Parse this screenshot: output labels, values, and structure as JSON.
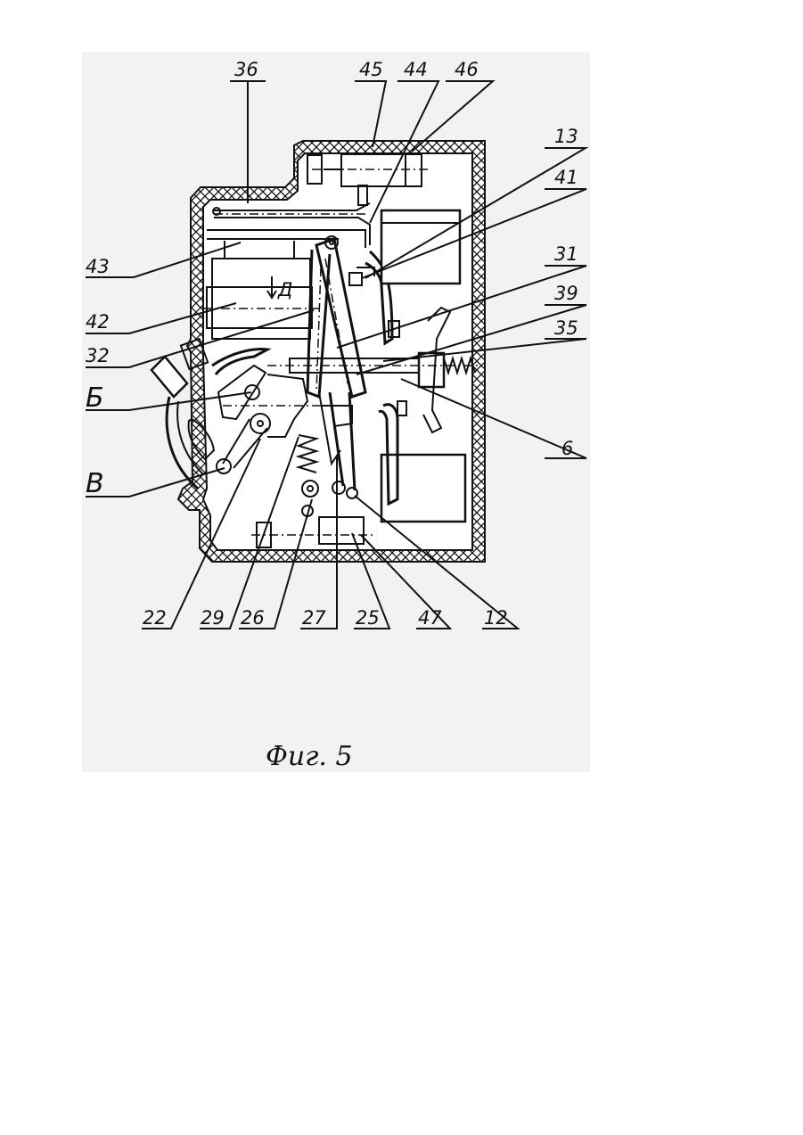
{
  "figure": {
    "caption": "Фиг. 5",
    "callouts": [
      "36",
      "45",
      "44",
      "46",
      "13",
      "41",
      "31",
      "39",
      "35",
      "6",
      "43",
      "42",
      "32",
      "Б",
      "В",
      "22",
      "29",
      "26",
      "27",
      "25",
      "47",
      "12"
    ],
    "inline_marks": [
      "Д"
    ]
  }
}
